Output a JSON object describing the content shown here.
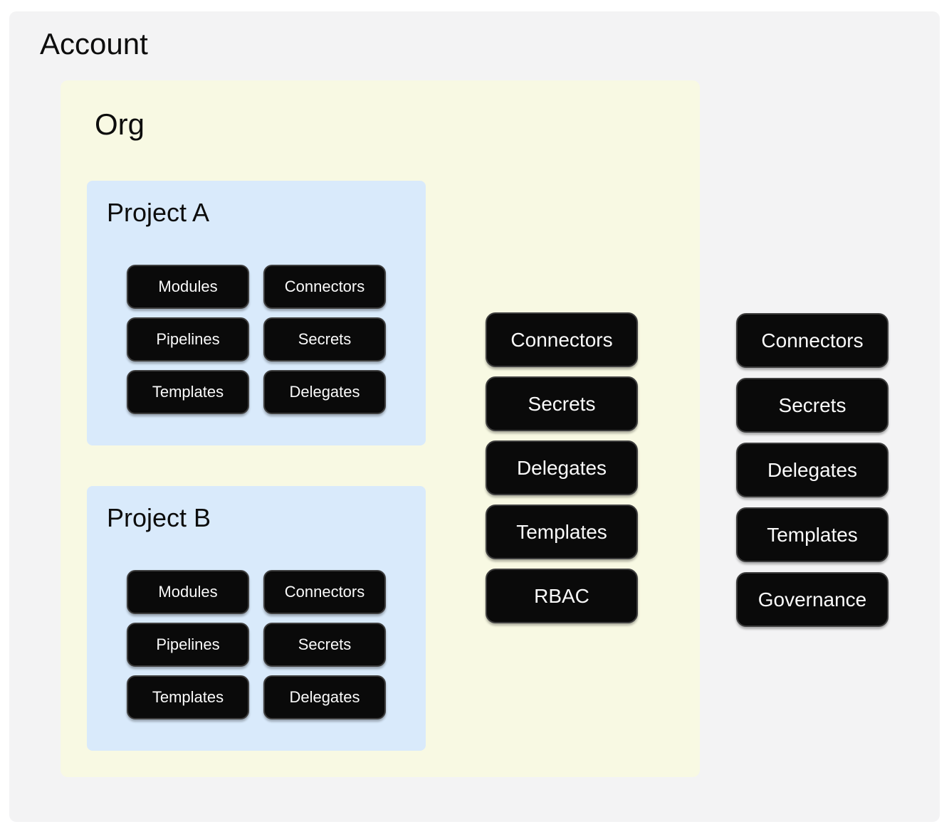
{
  "colors": {
    "page-bg": "#ffffff",
    "account-bg": "#f3f3f4",
    "org-bg": "#f8f9e3",
    "project-bg": "#d9eafb",
    "pill-bg": "#0a0a0a",
    "pill-border": "#3e3e3e",
    "pill-text": "#fafafa",
    "title-text": "#0d0d0d"
  },
  "account": {
    "title": "Account",
    "resources": [
      "Connectors",
      "Secrets",
      "Delegates",
      "Templates",
      "Governance"
    ],
    "org": {
      "title": "Org",
      "resources": [
        "Connectors",
        "Secrets",
        "Delegates",
        "Templates",
        "RBAC"
      ],
      "projects": [
        {
          "title": "Project A",
          "resources": [
            "Modules",
            "Connectors",
            "Pipelines",
            "Secrets",
            "Templates",
            "Delegates"
          ]
        },
        {
          "title": "Project B",
          "resources": [
            "Modules",
            "Connectors",
            "Pipelines",
            "Secrets",
            "Templates",
            "Delegates"
          ]
        }
      ]
    }
  }
}
